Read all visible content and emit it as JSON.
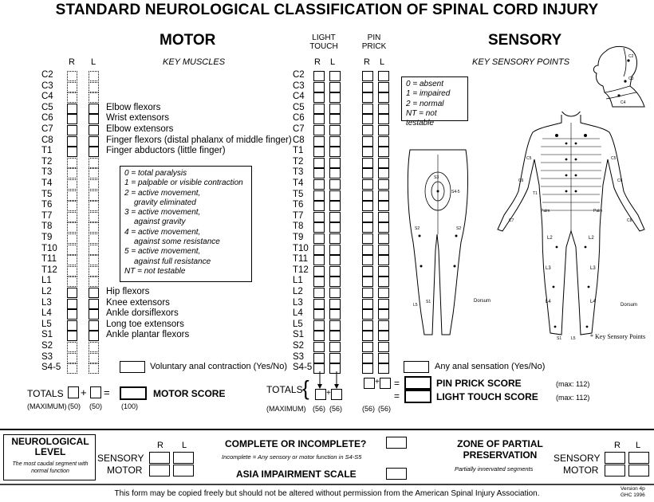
{
  "title": "STANDARD NEUROLOGICAL CLASSIFICATION OF SPINAL CORD INJURY",
  "motor": {
    "heading": "MOTOR",
    "col_r": "R",
    "col_l": "L",
    "subheading": "KEY MUSCLES",
    "levels": [
      "C2",
      "C3",
      "C4",
      "C5",
      "C6",
      "C7",
      "C8",
      "T1",
      "T2",
      "T3",
      "T4",
      "T5",
      "T6",
      "T7",
      "T8",
      "T9",
      "T10",
      "T11",
      "T12",
      "L1",
      "L2",
      "L3",
      "L4",
      "L5",
      "S1",
      "S2",
      "S3",
      "S4-5"
    ],
    "muscles": [
      {
        "level": "C5",
        "name": "Elbow flexors"
      },
      {
        "level": "C6",
        "name": "Wrist extensors"
      },
      {
        "level": "C7",
        "name": "Elbow extensors"
      },
      {
        "level": "C8",
        "name": "Finger flexors (distal phalanx of middle finger)"
      },
      {
        "level": "T1",
        "name": "Finger abductors (little finger)"
      },
      {
        "level": "L2",
        "name": "Hip flexors"
      },
      {
        "level": "L3",
        "name": "Knee extensors"
      },
      {
        "level": "L4",
        "name": "Ankle dorsiflexors"
      },
      {
        "level": "L5",
        "name": "Long toe extensors"
      },
      {
        "level": "S1",
        "name": "Ankle plantar flexors"
      }
    ],
    "legend": [
      "0 = total paralysis",
      "1 = palpable or visible contraction",
      "2 = active movement,",
      "gravity eliminated",
      "3 = active movement,",
      "against gravity",
      "4 = active movement,",
      "against some resistance",
      "5 = active movement,",
      "against full resistance",
      "NT = not testable"
    ],
    "anal_contraction": "Voluntary anal contraction (Yes/No)",
    "totals_label": "TOTALS",
    "plus": "+",
    "equals": "=",
    "score_label": "MOTOR SCORE",
    "maximum_label": "(MAXIMUM)",
    "max_r": "(50)",
    "max_l": "(50)",
    "max_total": "(100)"
  },
  "sensory": {
    "heading": "SENSORY",
    "light_touch": "LIGHT TOUCH",
    "pin_prick": "PIN PRICK",
    "col_r": "R",
    "col_l": "L",
    "subheading": "KEY SENSORY POINTS",
    "legend": [
      "0 = absent",
      "1 = impaired",
      "2 = normal",
      "NT = not testable"
    ],
    "anal_sensation": "Any anal sensation (Yes/No)",
    "totals_label": "TOTALS",
    "pin_prick_score": "PIN PRICK SCORE",
    "light_touch_score": "LIGHT TOUCH SCORE",
    "max_pp": "(max: 112)",
    "max_lt": "(max: 112)",
    "maximum_label": "(MAXIMUM)",
    "max_vals": [
      "(56)",
      "(56)",
      "(56)",
      "(56)"
    ],
    "key_points_note": "* Key Sensory Points",
    "dermatome_labels": [
      "C2",
      "C3",
      "C4",
      "S4-5",
      "S2",
      "S3",
      "L5",
      "S1",
      "L4",
      "L3",
      "L2",
      "Palm",
      "Dorsum",
      "T1",
      "C5",
      "C6",
      "C7",
      "C8"
    ]
  },
  "bottom": {
    "neuro_level_title": "NEUROLOGICAL LEVEL",
    "neuro_level_sub": "The most caudal segment with normal function",
    "sensory": "SENSORY",
    "motor": "MOTOR",
    "col_r": "R",
    "col_l": "L",
    "complete_title": "COMPLETE OR INCOMPLETE?",
    "complete_sub": "Incomplete = Any sensory or motor function in S4-S5",
    "asia_scale": "ASIA IMPAIRMENT SCALE",
    "zpp_title": "ZONE OF PARTIAL PRESERVATION",
    "zpp_sub": "Partially innervated segments",
    "footer": "This form may be copied freely but should not be altered without permission from the American Spinal Injury Association.",
    "version": "Version 4p",
    "version2": "GHC 1996"
  }
}
